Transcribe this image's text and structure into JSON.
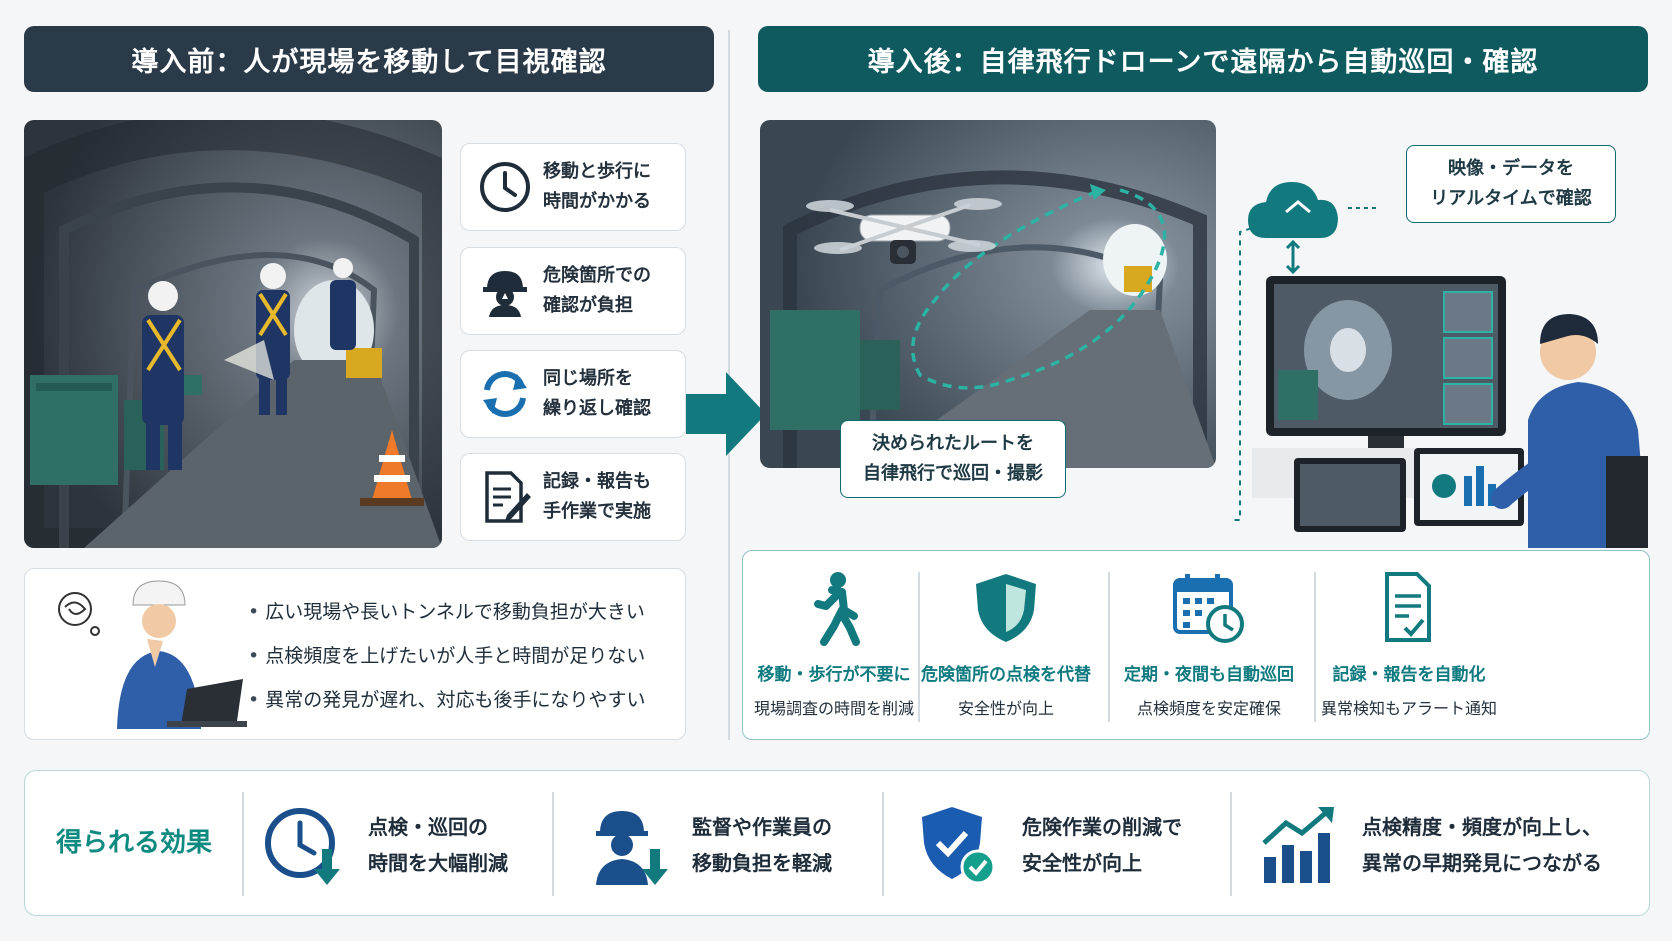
{
  "banners": {
    "before": "導入前：人が現場を移動して目視確認",
    "after": "導入後：自律飛行ドローンで遠隔から自動巡回・確認"
  },
  "issues": [
    {
      "icon": "clock-icon",
      "text": "移動と歩行に\n時間がかかる"
    },
    {
      "icon": "worker-helmet-icon",
      "text": "危険箇所での\n確認が負担"
    },
    {
      "icon": "repeat-icon",
      "text": "同じ場所を\n繰り返し確認"
    },
    {
      "icon": "document-pen-icon",
      "text": "記録・報告も\n手作業で実施"
    }
  ],
  "problems": [
    "広い現場や長いトンネルで移動負担が大きい",
    "点検頻度を上げたいが人手と時間が足りない",
    "異常の発見が遅れ、対応も後手になりやすい"
  ],
  "callouts": {
    "data": "映像・データを\nリアルタイムで確認",
    "route": "決められたルートを\n自律飛行で巡回・撮影"
  },
  "benefits": [
    {
      "icon": "walking-person-icon",
      "title": "移動・歩行が不要に",
      "sub": "現場調査の時間を削減"
    },
    {
      "icon": "shield-icon",
      "title": "危険箇所の点検を代替",
      "sub": "安全性が向上"
    },
    {
      "icon": "calendar-clock-icon",
      "title": "定期・夜間も自動巡回",
      "sub": "点検頻度を安定確保"
    },
    {
      "icon": "document-check-icon",
      "title": "記録・報告を自動化",
      "sub": "異常検知もアラート通知"
    }
  ],
  "effects": {
    "title": "得られる効果",
    "items": [
      {
        "icon": "clock-down-icon",
        "text": "点検・巡回の\n時間を大幅削減"
      },
      {
        "icon": "worker-down-icon",
        "text": "監督や作業員の\n移動負担を軽減"
      },
      {
        "icon": "shield-check-icon",
        "text": "危険作業の削減で\n安全性が向上"
      },
      {
        "icon": "growth-chart-icon",
        "text": "点検精度・頻度が向上し、\n異常の早期発見につながる"
      }
    ]
  },
  "colors": {
    "dark_navy": "#2b3a48",
    "teal_dark": "#0f5a5e",
    "teal": "#0f7a7f",
    "accent_green": "#14a08c"
  }
}
